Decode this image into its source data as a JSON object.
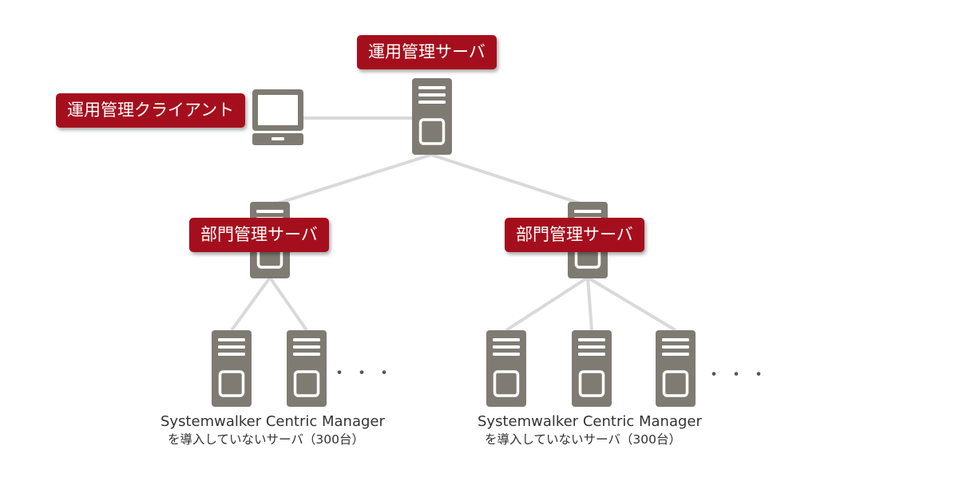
{
  "nodes": {
    "operation_server": "運用管理サーバ",
    "operation_client": "運用管理クライアント",
    "dept_server_left": "部門管理サーバ",
    "dept_server_right": "部門管理サーバ"
  },
  "groups": {
    "left": {
      "caption_line1": "Systemwalker Centric Manager",
      "caption_line2": "を導入していないサーバ（300台）",
      "ellipsis": "・・・"
    },
    "right": {
      "caption_line1": "Systemwalker Centric Manager",
      "caption_line2": "を導入していないサーバ（300台）",
      "ellipsis": "・・・"
    }
  },
  "colors": {
    "label_bg": "#a50f1d",
    "icon": "#7f7b73",
    "connector": "#d9d9d9"
  }
}
